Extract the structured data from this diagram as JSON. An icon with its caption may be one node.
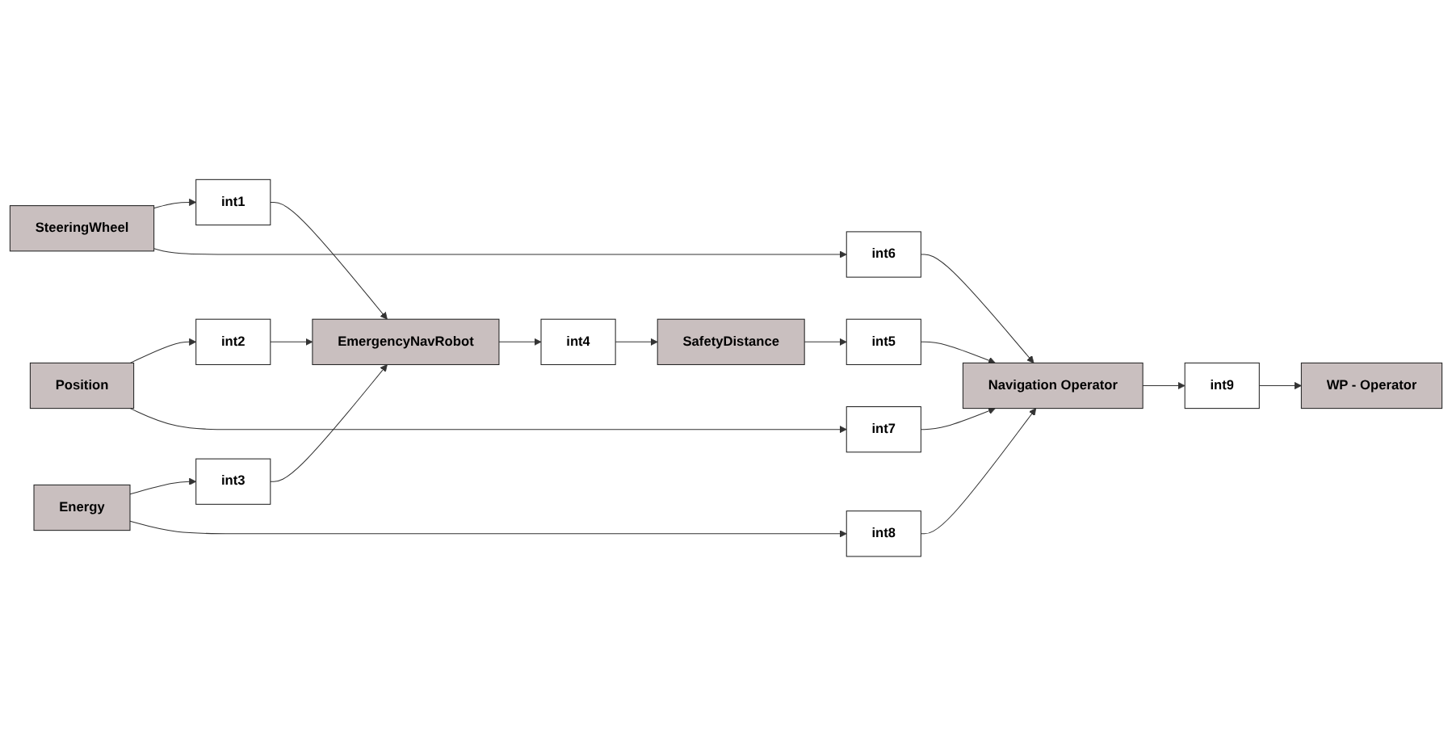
{
  "diagram": {
    "nodes": [
      {
        "text": [
          "SteeringWheel"
        ]
      },
      {
        "text": [
          "Position"
        ]
      },
      {
        "text": [
          "Energy"
        ]
      },
      {
        "text": [
          "int1"
        ]
      },
      {
        "text": [
          "int2"
        ]
      },
      {
        "text": [
          "int3"
        ]
      },
      {
        "text": [
          "EmergencyNavRobot"
        ]
      },
      {
        "text": [
          "int4"
        ]
      },
      {
        "text": [
          "SafetyDistance"
        ]
      },
      {
        "text": [
          "int5"
        ]
      },
      {
        "text": [
          "int6"
        ]
      },
      {
        "text": [
          "int7"
        ]
      },
      {
        "text": [
          "int8"
        ]
      },
      {
        "text": [
          "Navigation Operator"
        ]
      },
      {
        "text": [
          "int9"
        ]
      },
      {
        "text": [
          "WP - Operator"
        ]
      }
    ],
    "edges": [
      {
        "from": 0,
        "to": 3,
        "arrow": "to"
      },
      {
        "from": 0,
        "to": 10,
        "arrow": "to"
      },
      {
        "from": 1,
        "to": 4,
        "arrow": "to"
      },
      {
        "from": 1,
        "to": 11,
        "arrow": "to"
      },
      {
        "from": 2,
        "to": 5,
        "arrow": "to"
      },
      {
        "from": 2,
        "to": 12,
        "arrow": "to"
      },
      {
        "from": 3,
        "to": 6,
        "arrow": "to"
      },
      {
        "from": 4,
        "to": 6,
        "arrow": "to"
      },
      {
        "from": 5,
        "to": 6,
        "arrow": "to"
      },
      {
        "from": 6,
        "to": 7,
        "arrow": "to"
      },
      {
        "from": 7,
        "to": 8,
        "arrow": "to"
      },
      {
        "from": 8,
        "to": 9,
        "arrow": "to"
      },
      {
        "from": 9,
        "to": 13,
        "arrow": "to"
      },
      {
        "from": 10,
        "to": 13,
        "arrow": "to"
      },
      {
        "from": 11,
        "to": 13,
        "arrow": "to"
      },
      {
        "from": 12,
        "to": 13,
        "arrow": "to"
      },
      {
        "from": 13,
        "to": 14,
        "arrow": "to"
      },
      {
        "from": 14,
        "to": 15,
        "arrow": "to"
      }
    ]
  }
}
